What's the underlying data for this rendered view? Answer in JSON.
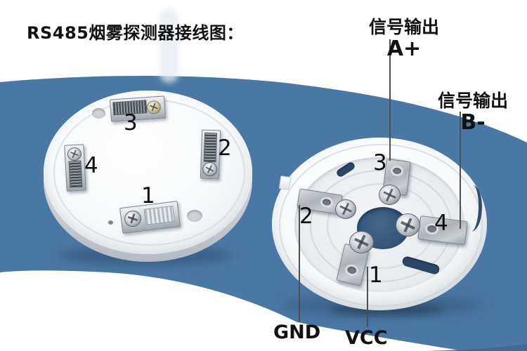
{
  "title": "RS485烟雾探测器接线图：",
  "annotations": {
    "signal_a": {
      "label": "信号输出",
      "pin": "A+"
    },
    "signal_b": {
      "label": "信号输出",
      "pin": "B-"
    },
    "gnd": "GND",
    "vcc": "VCC"
  },
  "left_base": {
    "terminals": [
      {
        "number": "1"
      },
      {
        "number": "2"
      },
      {
        "number": "3"
      },
      {
        "number": "4"
      }
    ]
  },
  "right_base": {
    "terminals": [
      {
        "number": "1"
      },
      {
        "number": "2"
      },
      {
        "number": "3"
      },
      {
        "number": "4"
      }
    ]
  },
  "colors": {
    "background_blue": "#4a78a4",
    "background_blue_dark": "#3e6b95",
    "slot_blue": "#2b4767",
    "leader_line": "#4f4f4f",
    "text": "#121212"
  }
}
